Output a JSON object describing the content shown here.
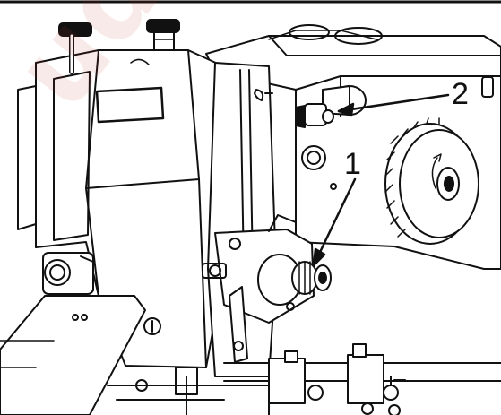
{
  "figure": {
    "callouts": [
      {
        "label": "1"
      },
      {
        "label": "2"
      }
    ],
    "watermark_text": "udan.c",
    "line_color": "#111111",
    "fill_color": "#ffffff",
    "watermark_color": "#c0392b"
  }
}
